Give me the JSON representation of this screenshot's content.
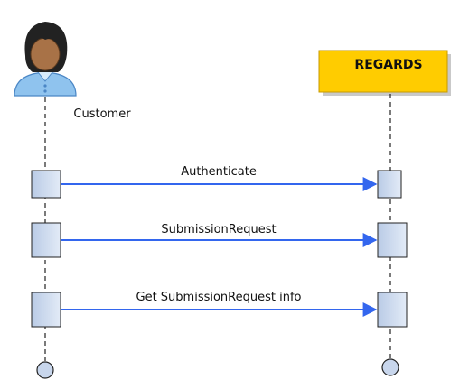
{
  "participants": [
    {
      "id": "customer",
      "label": "Customer",
      "kind": "actor"
    },
    {
      "id": "regards",
      "label": "REGARDS",
      "kind": "box",
      "fill": "#ffcc00"
    }
  ],
  "messages": [
    {
      "label": "Authenticate",
      "from": "customer",
      "to": "regards"
    },
    {
      "label": "SubmissionRequest",
      "from": "customer",
      "to": "regards"
    },
    {
      "label": "Get SubmissionRequest info",
      "from": "customer",
      "to": "regards"
    }
  ],
  "colors": {
    "arrow": "#3366ee",
    "activation_fill": "#c8d6ec",
    "activation_stroke": "#222222",
    "lifeline": "#222222",
    "end_circle_fill": "#c8d6ec"
  }
}
